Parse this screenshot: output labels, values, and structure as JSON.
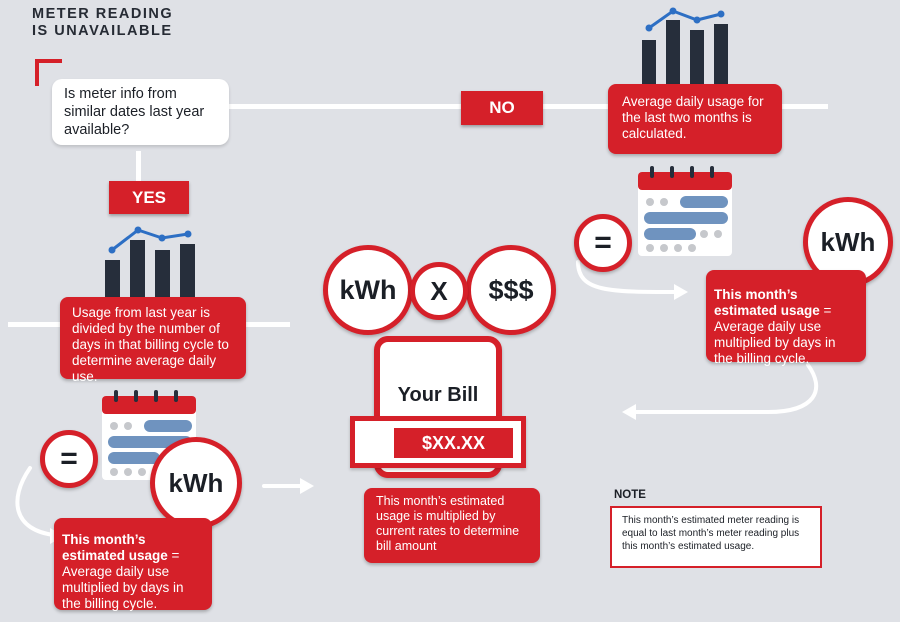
{
  "title": [
    "METER READING",
    "IS UNAVAILABLE"
  ],
  "question": "Is meter info from similar dates last year available?",
  "yes_label": "YES",
  "no_label": "NO",
  "yes_path": {
    "usage_text": "Usage from last year is divided by the number of days in that billing cycle to determine average daily use.",
    "equals_symbol": "=",
    "kwh_label": "kWh",
    "estimate_bold": "This month’s estimated usage",
    "estimate_rest": " = Average daily use multiplied by days in the billing cycle."
  },
  "no_path": {
    "usage_text": "Average daily usage for the last two months is calculated.",
    "equals_symbol": "=",
    "kwh_label": "kWh",
    "estimate_bold": "This month’s estimated usage",
    "estimate_rest": " = Average daily use multiplied by days in the billing cycle."
  },
  "bill": {
    "kwh_label": "kWh",
    "times_symbol": "X",
    "rate_label": "$$$",
    "heading": "Your Bill",
    "amount": "$XX.XX",
    "description": "This month’s estimated usage is multiplied by current rates to determine bill amount"
  },
  "note": {
    "heading": "NOTE",
    "text": "This month’s estimated meter reading is equal to last month’s meter reading plus this month’s estimated usage."
  },
  "colors": {
    "red": "#d52029",
    "navy": "#262e3b",
    "calendar_dot": "#6f93bf",
    "background": "#dfe1e6"
  },
  "icons": [
    "bar-chart-icon",
    "calendar-icon",
    "arrow-icon"
  ]
}
